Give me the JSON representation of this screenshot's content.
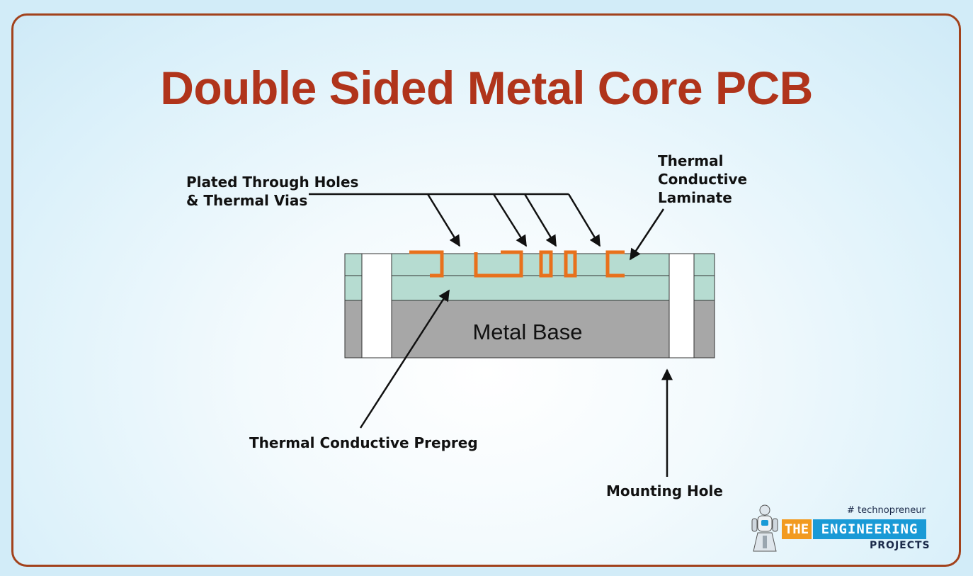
{
  "title": "Double Sided Metal Core PCB",
  "labels": {
    "plated_holes": "Plated Through Holes\n& Thermal Vias",
    "laminate": "Thermal\nConductive\nLaminate",
    "metal_base": "Metal Base",
    "prepreg": "Thermal Conductive Prepreg",
    "mounting_hole": "Mounting Hole"
  },
  "logo": {
    "tagline": "# technopreneur",
    "the": "THE",
    "engineering": "ENGINEERING",
    "projects": "PROJECTS"
  },
  "colors": {
    "title": "#b0341b",
    "frame_border": "#a2421c",
    "laminate": "#b6dcd1",
    "metal": "#a7a7a7",
    "copper": "#e8711c",
    "logo_orange": "#f29a1f",
    "logo_blue": "#1a9ad6"
  }
}
